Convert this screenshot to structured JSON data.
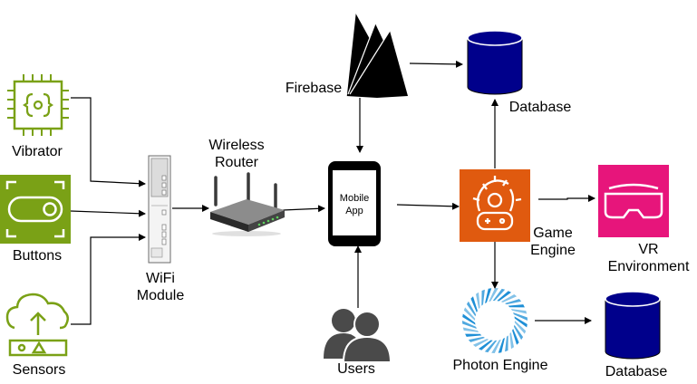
{
  "labels": {
    "vibrator": "Vibrator",
    "buttons": "Buttons",
    "sensors": "Sensors",
    "wifi_module": "WiFi\nModule",
    "wireless_router": "Wireless\nRouter",
    "firebase": "Firebase",
    "database_top": "Database",
    "mobile_app": "Mobile\nApp",
    "users": "Users",
    "game_engine": "Game\nEngine",
    "vr_environment": "VR\nEnvironment",
    "photon_engine": "Photon Engine",
    "database_bottom": "Database"
  },
  "icons": {
    "vibrator": "chip-icon",
    "buttons": "toggle-button-icon",
    "sensors": "cloud-upload-sensor-icon",
    "wifi_module": "wifi-module-board-icon",
    "wireless_router": "router-icon",
    "firebase": "firebase-logo-icon",
    "database": "database-cylinder-icon",
    "mobile_app": "smartphone-icon",
    "users": "users-icon",
    "game_engine": "gear-gamepad-icon",
    "vr_environment": "vr-headset-icon",
    "photon_engine": "photon-ring-icon"
  },
  "colors": {
    "iot_green": "#7AA116",
    "database_blue": "#00008B",
    "game_engine_orange": "#E05A0F",
    "vr_pink": "#E7157B",
    "photon_blue": "#1E8FD6",
    "users_gray": "#4A4A4A"
  }
}
